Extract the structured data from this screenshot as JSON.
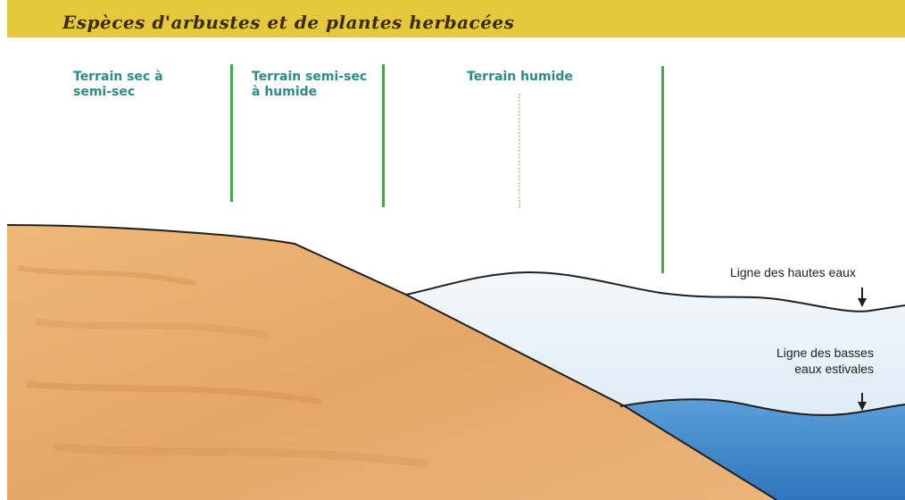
{
  "banner": {
    "title": "Espèces d'arbustes et de plantes herbacées"
  },
  "zones": [
    "Terrain sec à\nsemi-sec",
    "Terrain semi-sec\nà humide",
    "Terrain humide"
  ],
  "water_levels": {
    "high": "Ligne des hautes eaux",
    "low": "Ligne des basses\neaux estivales"
  },
  "colors": {
    "banner": "#e6c83c",
    "zone_text": "#2f8a86",
    "divider": "#4aa646",
    "soil": "#e5a767",
    "high_water": "#dcebf5",
    "low_water": "#3e86c9"
  },
  "icons": [
    "arrow-down-icon"
  ]
}
